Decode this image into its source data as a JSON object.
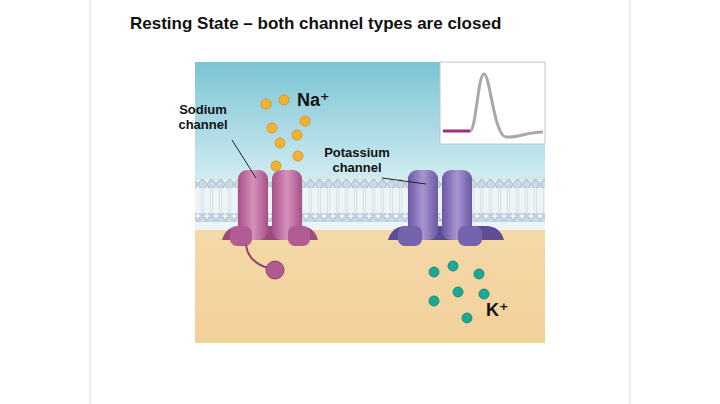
{
  "diagram": {
    "title": "Resting State – both channel types are closed",
    "labels": [
      "Sodium channel",
      "Na⁺",
      "Potassium channel",
      "K⁺"
    ]
  }
}
